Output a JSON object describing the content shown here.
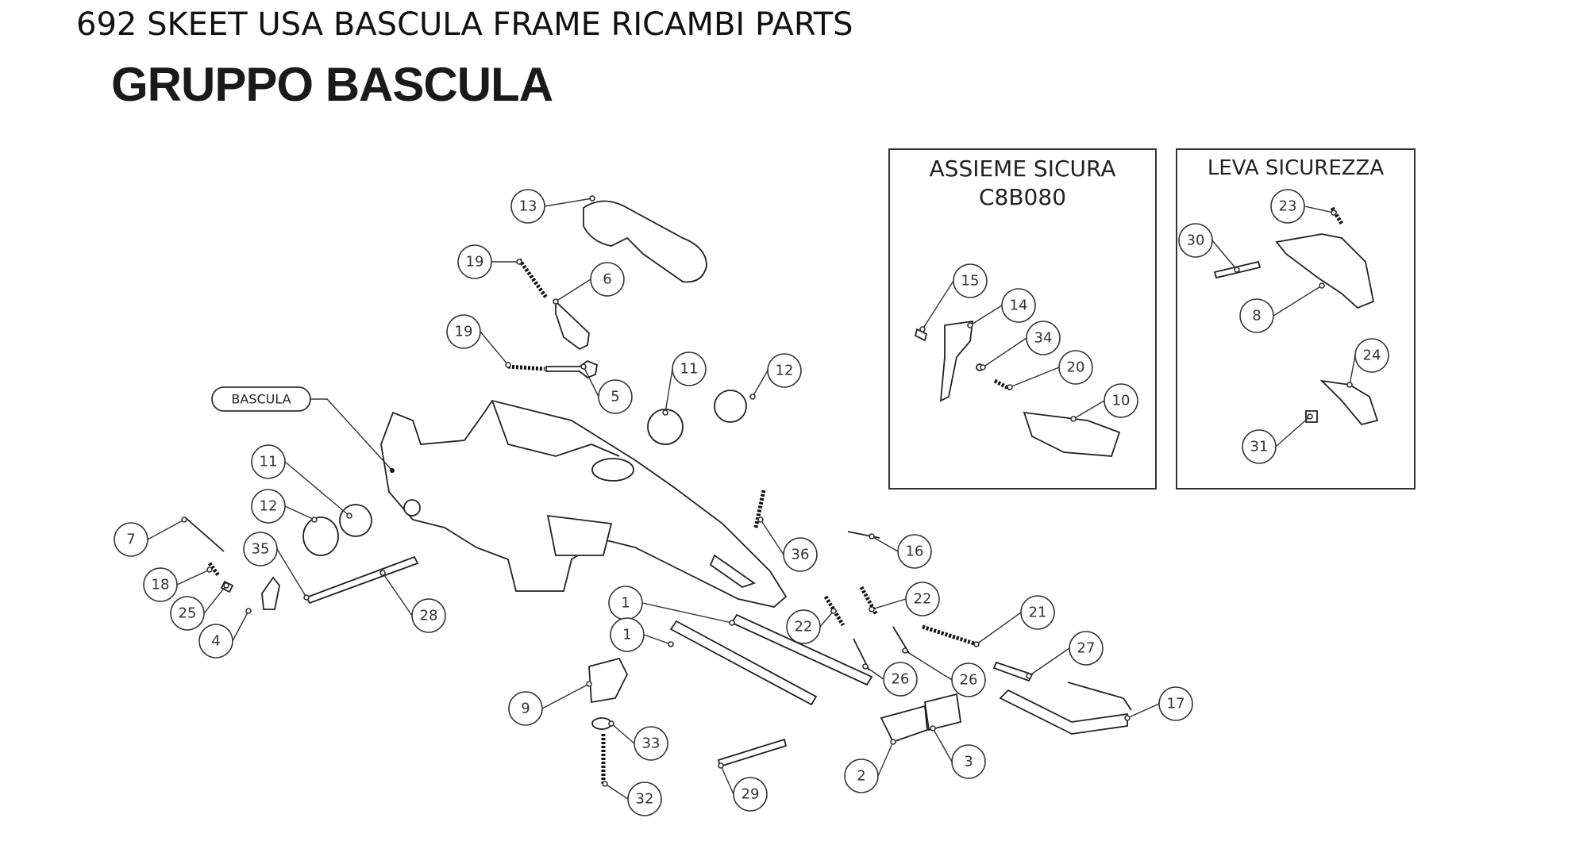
{
  "header": {
    "title": "692 SKEET USA BASCULA FRAME RICAMBI PARTS",
    "subtitle": "GRUPPO BASCULA"
  },
  "diagram": {
    "frame_label": "BASCULA",
    "inset_safety": {
      "title_line1": "ASSIEME SICURA",
      "title_line2": "C8B080"
    },
    "inset_lever": {
      "title": "LEVA SICUREZZA"
    },
    "callouts": {
      "c13": "13",
      "c19a": "19",
      "c6": "6",
      "c19b": "19",
      "c5": "5",
      "c11a": "11",
      "c12a": "12",
      "c11b": "11",
      "c12b": "12",
      "c7": "7",
      "c35": "35",
      "c18": "18",
      "c25": "25",
      "c4": "4",
      "c28": "28",
      "c36": "36",
      "c16": "16",
      "c1a": "1",
      "c1b": "1",
      "c22a": "22",
      "c22b": "22",
      "c21": "21",
      "c26a": "26",
      "c26b": "26",
      "c27": "27",
      "c17": "17",
      "c9": "9",
      "c33": "33",
      "c32": "32",
      "c29": "29",
      "c2": "2",
      "c3": "3",
      "c15": "15",
      "c14": "14",
      "c34": "34",
      "c20": "20",
      "c10": "10",
      "c23": "23",
      "c30": "30",
      "c8": "8",
      "c24": "24",
      "c31": "31"
    }
  }
}
